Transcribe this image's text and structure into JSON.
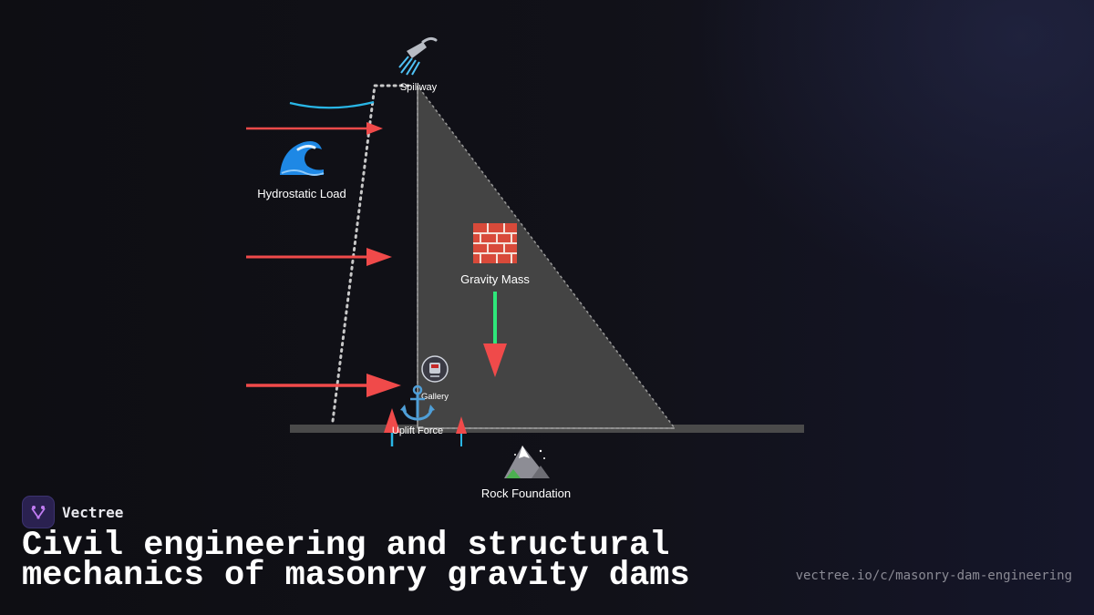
{
  "diagram": {
    "labels": {
      "spillway": "Spillway",
      "hydrostatic_load": "Hydrostatic Load",
      "gravity_mass": "Gravity Mass",
      "gallery": "Gallery",
      "uplift_force": "Uplift Force",
      "rock_foundation": "Rock Foundation"
    },
    "icons": {
      "spillway": "shower-icon",
      "hydrostatic_load": "wave-icon",
      "gravity_mass": "brick-wall-icon",
      "gallery": "tram-icon",
      "uplift_force": "anchor-icon",
      "rock_foundation": "mountain-icon"
    },
    "colors": {
      "dam_fill": "#444444",
      "load_arrow": "#f04a4a",
      "gravity_arrow": "#2ee67a",
      "water_surface": "#29b6e6",
      "foundation": "#4a4a4a"
    }
  },
  "branding": {
    "name": "Vectree",
    "logo_icon": "vectree-logo-icon"
  },
  "headline": "Civil engineering and structural mechanics of masonry gravity dams",
  "source_url": "vectree.io/c/masonry-dam-engineering"
}
